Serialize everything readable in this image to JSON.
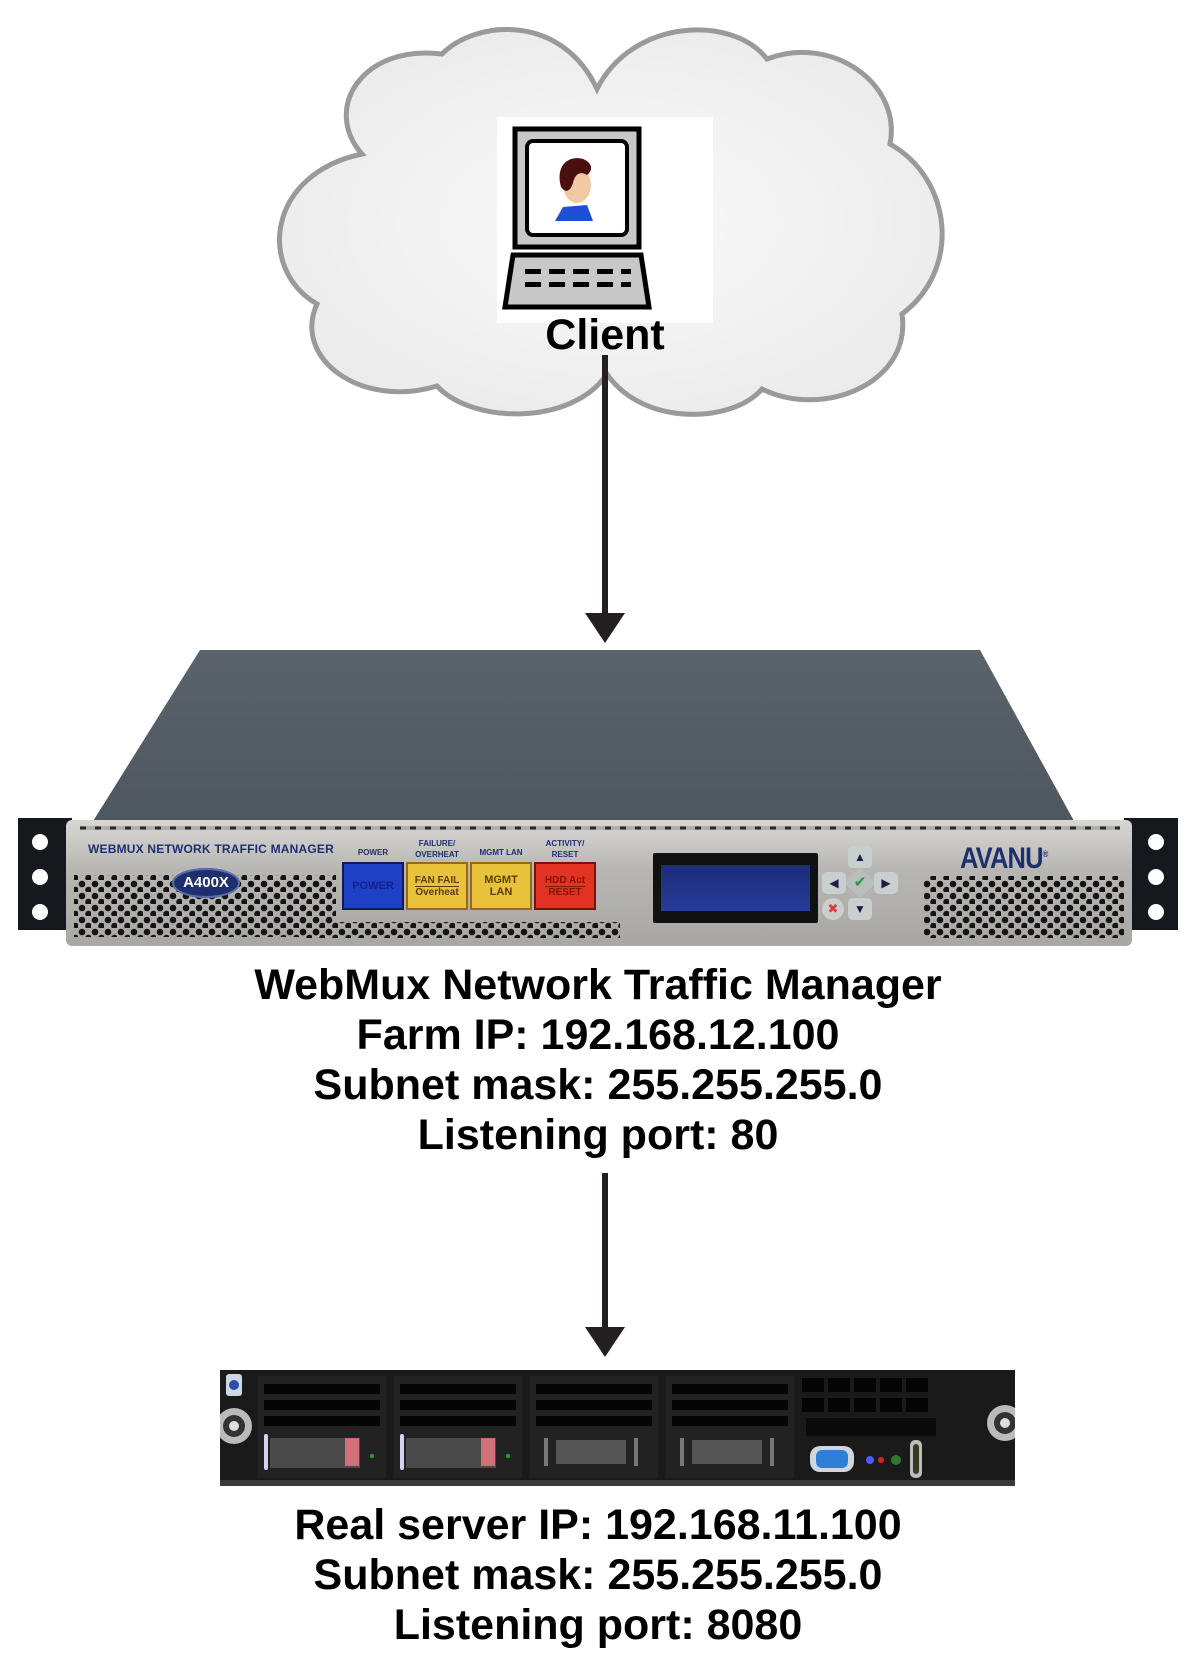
{
  "client": {
    "label": "Client",
    "icon": "laptop-user-icon"
  },
  "appliance": {
    "brand": "AVANU",
    "brand_mark": "®",
    "panel_title": "WEBMUX NETWORK TRAFFIC MANAGER",
    "model_badge": "A400X",
    "buttons": [
      {
        "caption": "POWER",
        "line1": "POWER",
        "line2": "",
        "color": "#1f3fc4"
      },
      {
        "caption": "FAILURE/ OVERHEAT",
        "line1": "FAN FAIL",
        "line2": "Overheat",
        "color": "#e8c23a"
      },
      {
        "caption": "MGMT LAN",
        "line1": "MGMT",
        "line2": "LAN",
        "color": "#e8c23a"
      },
      {
        "caption": "ACTIVITY/ RESET",
        "line1": "HDD Act",
        "line2": "RESET",
        "color": "#e23222"
      }
    ],
    "nav_keys": {
      "up": "▲",
      "down": "▼",
      "left": "◀",
      "right": "▶",
      "ok": "✔",
      "cancel": "✖"
    }
  },
  "webmux_info": {
    "title": "WebMux Network Traffic Manager",
    "farm_ip": "Farm IP:  192.168.12.100",
    "subnet_mask": "Subnet mask:  255.255.255.0",
    "listening_port": "Listening port:  80"
  },
  "real_server_info": {
    "real_server_ip": "Real server IP:  192.168.11.100",
    "subnet_mask": "Subnet mask:  255.255.255.0",
    "listening_port": "Listening port:  8080"
  },
  "colors": {
    "cloud_fill": "#f4f4f4",
    "cloud_stroke": "#9a9a9a",
    "chassis_top": "#56606a",
    "panel_face": "#b9b7b4",
    "panel_text": "#1e2f6e",
    "server_body": "#1a1a1a",
    "arrow": "#231f20"
  }
}
